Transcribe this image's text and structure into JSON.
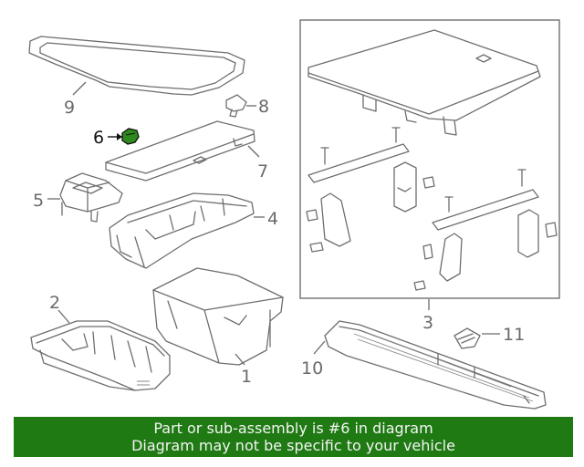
{
  "labels": {
    "p1": "1",
    "p2": "2",
    "p3": "3",
    "p4": "4",
    "p5": "5",
    "p6": "6",
    "p7": "7",
    "p8": "8",
    "p9": "9",
    "p10": "10",
    "p11": "11"
  },
  "colors": {
    "highlight_part": "#2e8a1e",
    "banner_bg": "#1f7a13",
    "banner_text": "#f4f4f4"
  },
  "banner": {
    "line1": "Part or sub-assembly is #6 in diagram",
    "line2": "Diagram may not be specific to your vehicle"
  }
}
